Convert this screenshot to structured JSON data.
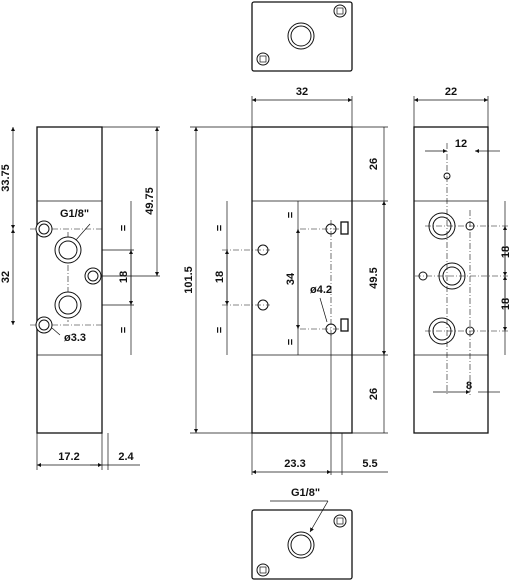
{
  "labels": {
    "thread_top": "G1/8\"",
    "thread_bottom": "G1/8\"",
    "dia_small": "ø3.3",
    "dia_mount": "ø4.2",
    "equal": "="
  },
  "dims": {
    "left_h1": "33.75",
    "left_h2": "32",
    "left_top_port": "49.75",
    "left_port_spacing": "18",
    "left_w": "17.2",
    "left_offset": "2.4",
    "front_total": "101.5",
    "front_width": "32",
    "front_top": "26",
    "front_mid": "49.5",
    "front_bottom": "26",
    "front_mount": "34",
    "front_port": "18",
    "front_w1": "23.3",
    "front_w2": "5.5",
    "right_width": "22",
    "right_off": "12",
    "right_p1": "18",
    "right_p2": "18",
    "right_bottom": "8"
  }
}
